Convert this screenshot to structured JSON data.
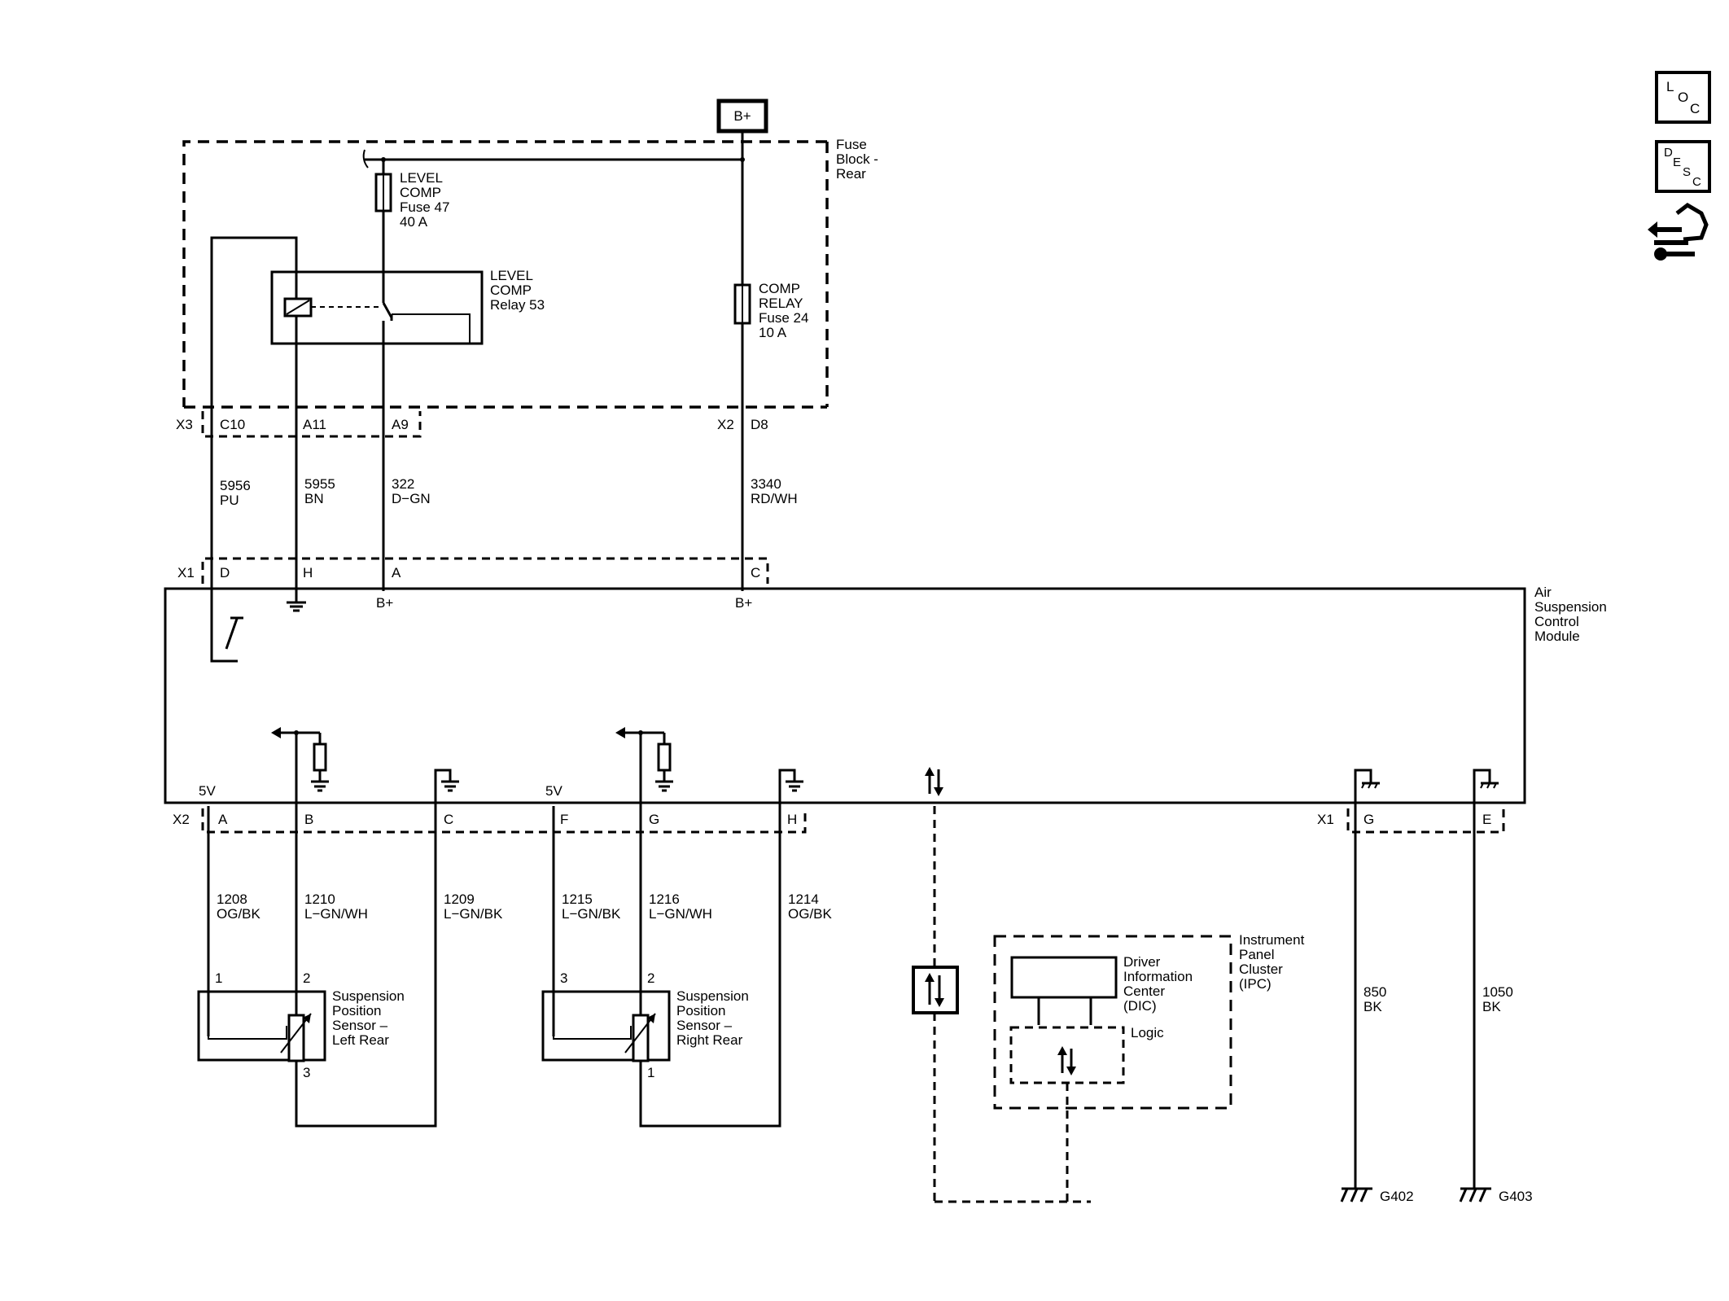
{
  "power": {
    "battery_label": "B+"
  },
  "fuse_block": {
    "label_line1": "Fuse",
    "label_line2": "Block -",
    "label_line3": "Rear",
    "fuse47": [
      "LEVEL",
      "COMP",
      "Fuse 47",
      "40 A"
    ],
    "relay53": [
      "LEVEL",
      "COMP",
      "Relay 53"
    ],
    "fuse24": [
      "COMP",
      "RELAY",
      "Fuse 24",
      "10 A"
    ],
    "conn_x3": "X3",
    "conn_x2": "X2",
    "pins_x3": [
      "C10",
      "A11",
      "A9"
    ],
    "pin_x2": "D8"
  },
  "wires_top": [
    {
      "circuit": "5956",
      "color": "PU"
    },
    {
      "circuit": "5955",
      "color": "BN"
    },
    {
      "circuit": "322",
      "color": "D−GN"
    },
    {
      "circuit": "3340",
      "color": "RD/WH"
    }
  ],
  "module": {
    "name_lines": [
      "Air",
      "Suspension",
      "Control",
      "Module"
    ],
    "conn_top": "X1",
    "pins_top": [
      "D",
      "H",
      "A",
      "C"
    ],
    "bplus_a": "B+",
    "bplus_c": "B+",
    "conn_bottom": "X2",
    "pins_bottom": [
      "A",
      "B",
      "C",
      "F",
      "G",
      "H"
    ],
    "v5_a": "5V",
    "v5_f": "5V",
    "conn_ground": "X1",
    "pins_ground": [
      "G",
      "E"
    ]
  },
  "wires_bottom": [
    {
      "circuit": "1208",
      "color": "OG/BK"
    },
    {
      "circuit": "1210",
      "color": "L−GN/WH"
    },
    {
      "circuit": "1209",
      "color": "L−GN/BK"
    },
    {
      "circuit": "1215",
      "color": "L−GN/BK"
    },
    {
      "circuit": "1216",
      "color": "L−GN/WH"
    },
    {
      "circuit": "1214",
      "color": "OG/BK"
    },
    {
      "circuit": "850",
      "color": "BK"
    },
    {
      "circuit": "1050",
      "color": "BK"
    }
  ],
  "sensor_left": {
    "lines": [
      "Suspension",
      "Position",
      "Sensor –",
      "Left Rear"
    ],
    "pin_1": "1",
    "pin_2": "2",
    "pin_3": "3"
  },
  "sensor_right": {
    "lines": [
      "Suspension",
      "Position",
      "Sensor –",
      "Right Rear"
    ],
    "pin_3": "3",
    "pin_2": "2",
    "pin_1": "1"
  },
  "ipc": {
    "lines": [
      "Instrument",
      "Panel",
      "Cluster",
      "(IPC)"
    ],
    "dic_lines": [
      "Driver",
      "Information",
      "Center",
      "(DIC)"
    ],
    "logic": "Logic"
  },
  "grounds": {
    "g402": "G402",
    "g403": "G403"
  },
  "side_icons": {
    "loc": {
      "big": "L",
      "mid": "O",
      "sub": "C"
    },
    "desc": {
      "big": "D",
      "mid": "E",
      "s": "S",
      "sub": "C"
    },
    "connector_icon": "connector-wrench-icon"
  }
}
